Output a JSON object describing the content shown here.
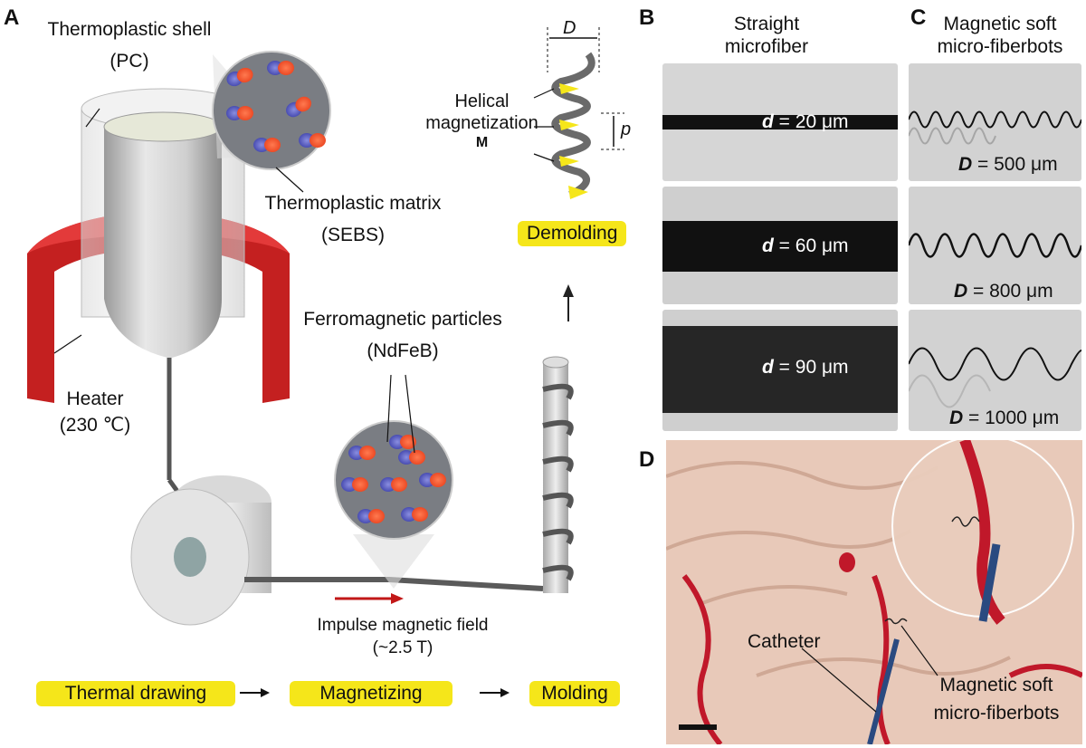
{
  "panels": {
    "a": "A",
    "b": "B",
    "c": "C",
    "d": "D"
  },
  "panel_a": {
    "shell_label": "Thermoplastic shell",
    "shell_sub": "(PC)",
    "matrix_label": "Thermoplastic matrix",
    "matrix_sub": "(SEBS)",
    "heater_label": "Heater",
    "heater_sub": "(230 ℃)",
    "particles_label": "Ferromagnetic particles",
    "particles_sub": "(NdFeB)",
    "helical_label_1": "Helical",
    "helical_label_2": "magnetization",
    "helical_M": "M",
    "dim_D": "D",
    "dim_p": "p",
    "demolding": "Demolding",
    "field_label": "Impulse magnetic field",
    "field_sub": "(~2.5 T)",
    "steps": [
      "Thermal drawing",
      "Magnetizing",
      "Molding"
    ]
  },
  "panel_b": {
    "title_1": "Straight",
    "title_2": "microfiber",
    "images": [
      {
        "sym": "d",
        "value": " = 20 μm"
      },
      {
        "sym": "d",
        "value": " = 60 μm"
      },
      {
        "sym": "d",
        "value": " = 90 μm"
      }
    ]
  },
  "panel_c": {
    "title_1": "Magnetic soft",
    "title_2": "micro-fiberbots",
    "images": [
      {
        "sym": "D",
        "value": " = 500 μm"
      },
      {
        "sym": "D",
        "value": " = 800 μm"
      },
      {
        "sym": "D",
        "value": " = 1000 μm"
      }
    ]
  },
  "panel_d": {
    "catheter_label": "Catheter",
    "fiberbots_label_1": "Magnetic soft",
    "fiberbots_label_2": "micro-fiberbots"
  },
  "colors": {
    "highlight": "#f5e61a",
    "heater": "#c42020",
    "particle_red": "#e8401c",
    "particle_blue": "#3b3fa8",
    "vessel": "#c0182a"
  }
}
